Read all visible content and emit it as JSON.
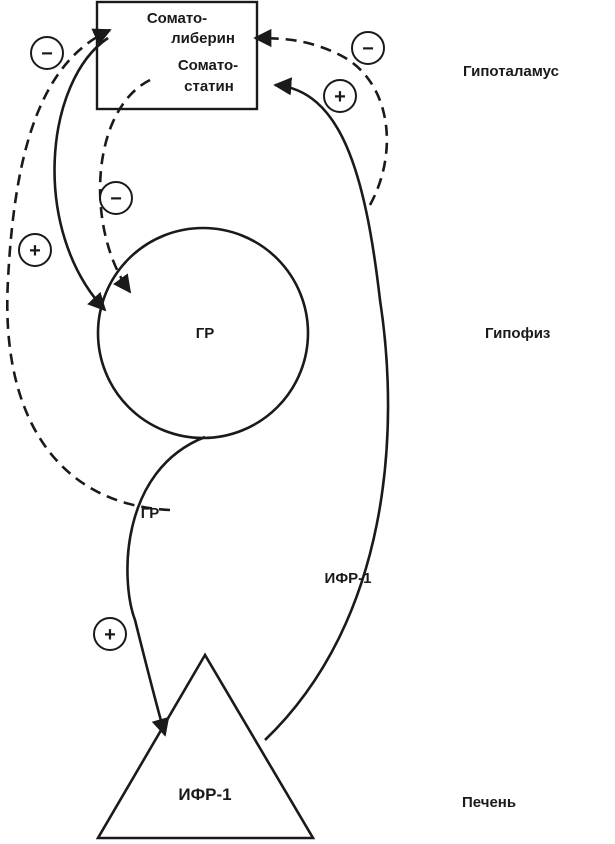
{
  "hypothalamus_box": {
    "somatoliberin_line1": "Сомато-",
    "somatoliberin_line2": "либерин",
    "somatostatin_line1": "Сомато-",
    "somatostatin_line2": "статин"
  },
  "level_labels": {
    "hypothalamus": "Гипоталамус",
    "pituitary": "Гипофиз",
    "liver": "Печень"
  },
  "pituitary_node": {
    "label": "ГР"
  },
  "liver_node": {
    "label": "ИФР-1"
  },
  "pathway_labels": {
    "gh": "ГР",
    "igf1": "ИФР-1"
  },
  "signs": {
    "top_left": "−",
    "top_right": "−",
    "right_plus": "+",
    "mid_minus": "−",
    "left_plus": "+",
    "bottom_plus": "+"
  }
}
